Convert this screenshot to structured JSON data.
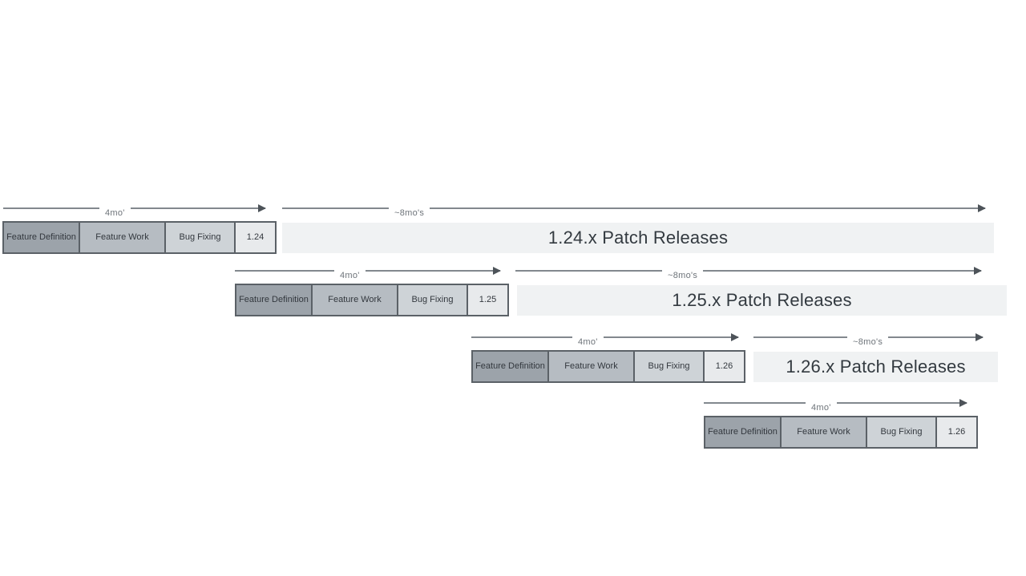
{
  "diagram": {
    "description": "Overlapping release cycle timeline diagram",
    "phase_labels": [
      "Feature Definition",
      "Feature Work",
      "Bug Fixing"
    ],
    "dev_arrow_label": "4mo'",
    "patch_arrow_label": "~8mo's",
    "cycles": [
      {
        "version": "1.24",
        "patch_label": "1.24.x Patch Releases"
      },
      {
        "version": "1.25",
        "patch_label": "1.25.x Patch Releases"
      },
      {
        "version": "1.26",
        "patch_label": "1.26.x Patch Releases"
      },
      {
        "version": "1.26",
        "patch_label": ""
      }
    ],
    "colors": {
      "feature_definition_fill": "#9ca3aa",
      "feature_work_fill": "#b6bcc2",
      "bug_fixing_fill": "#ced3d7",
      "version_box_fill": "#e8eaec",
      "patch_bar_fill": "#f0f2f3",
      "box_border": "#5b6167",
      "arrow_line": "#82888e",
      "arrow_head": "#4d5359",
      "box_text": "#33383e",
      "arrow_label_text": "#6e747a",
      "patch_text": "#333a40"
    }
  }
}
